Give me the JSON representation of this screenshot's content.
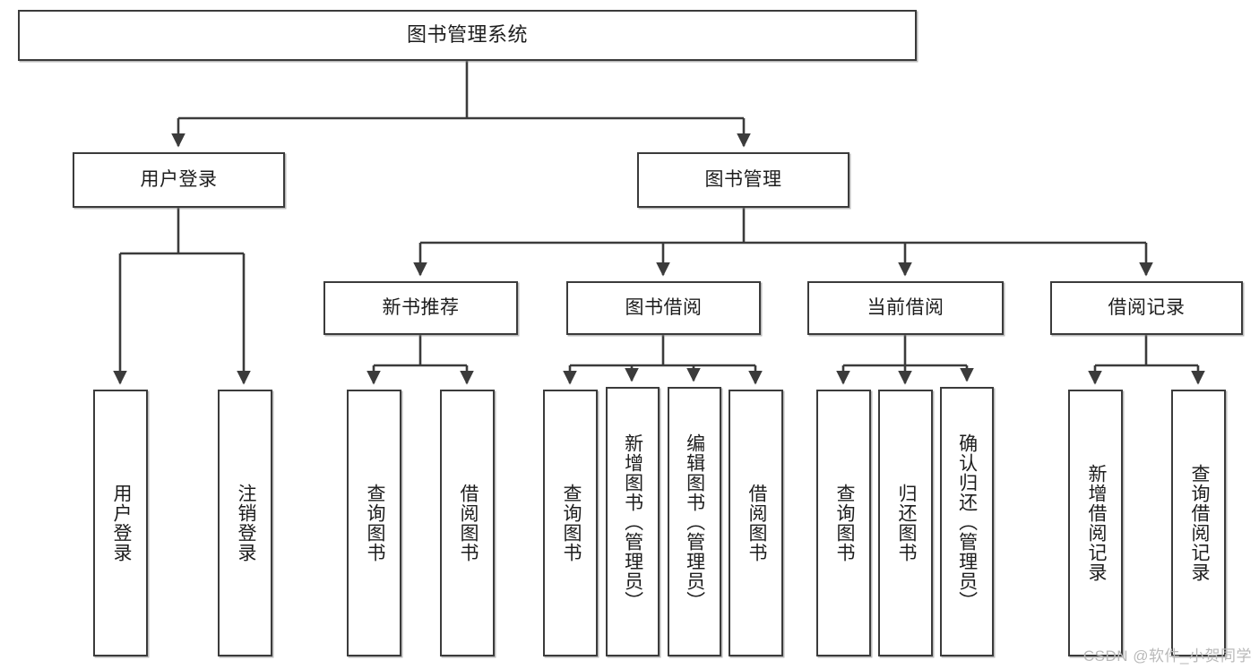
{
  "diagram": {
    "type": "tree-hierarchy",
    "title": "图书管理系统",
    "watermark": "CSDN @软件_小贺同学",
    "colors": {
      "stroke": "#3b3b3b",
      "fill": "#ffffff",
      "text": "#1d1d1d",
      "watermark": "#b9b9b9",
      "background": "#ffffff"
    },
    "nodes": {
      "root": {
        "label": "图书管理系统",
        "level": 1,
        "orientation": "horizontal"
      },
      "level2": [
        {
          "id": "user-login",
          "label": "用户登录",
          "orientation": "horizontal"
        },
        {
          "id": "book-management",
          "label": "图书管理",
          "orientation": "horizontal"
        }
      ],
      "level3": [
        {
          "id": "new-book-recommend",
          "label": "新书推荐",
          "parent": "book-management",
          "orientation": "horizontal"
        },
        {
          "id": "book-borrow",
          "label": "图书借阅",
          "parent": "book-management",
          "orientation": "horizontal"
        },
        {
          "id": "current-borrow",
          "label": "当前借阅",
          "parent": "book-management",
          "orientation": "horizontal"
        },
        {
          "id": "borrow-record",
          "label": "借阅记录",
          "parent": "book-management",
          "orientation": "horizontal"
        }
      ],
      "leaves": [
        {
          "id": "leaf-user-login",
          "label": "用户登录",
          "parent": "user-login",
          "orientation": "vertical"
        },
        {
          "id": "leaf-user-logout",
          "label": "注销登录",
          "parent": "user-login",
          "orientation": "vertical"
        },
        {
          "id": "leaf-query-book-rec",
          "label": "查询图书",
          "parent": "new-book-recommend",
          "orientation": "vertical"
        },
        {
          "id": "leaf-borrow-book-rec",
          "label": "借阅图书",
          "parent": "new-book-recommend",
          "orientation": "vertical"
        },
        {
          "id": "leaf-query-book-borrow",
          "label": "查询图书",
          "parent": "book-borrow",
          "orientation": "vertical"
        },
        {
          "id": "leaf-add-book-admin",
          "label": "新增图书（管理员）",
          "parent": "book-borrow",
          "orientation": "vertical"
        },
        {
          "id": "leaf-edit-book-admin",
          "label": "编辑图书（管理员）",
          "parent": "book-borrow",
          "orientation": "vertical"
        },
        {
          "id": "leaf-borrow-book",
          "label": "借阅图书",
          "parent": "book-borrow",
          "orientation": "vertical"
        },
        {
          "id": "leaf-query-book-current",
          "label": "查询图书",
          "parent": "current-borrow",
          "orientation": "vertical"
        },
        {
          "id": "leaf-return-book",
          "label": "归还图书",
          "parent": "current-borrow",
          "orientation": "vertical"
        },
        {
          "id": "leaf-confirm-return-admin",
          "label": "确认归还（管理员）",
          "parent": "current-borrow",
          "orientation": "vertical"
        },
        {
          "id": "leaf-add-borrow-record",
          "label": "新增借阅记录",
          "parent": "borrow-record",
          "orientation": "vertical"
        },
        {
          "id": "leaf-query-borrow-record",
          "label": "查询借阅记录",
          "parent": "borrow-record",
          "orientation": "vertical"
        }
      ]
    }
  }
}
